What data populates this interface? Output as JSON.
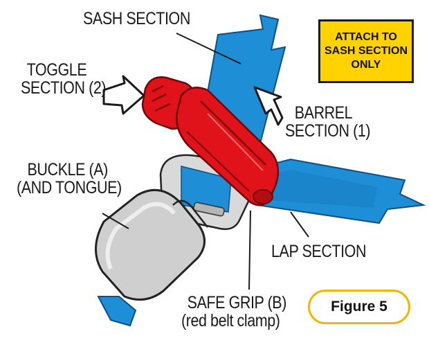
{
  "labels": {
    "sash_section": "SASH SECTION",
    "toggle_section": [
      "TOGGLE",
      "SECTION (2)"
    ],
    "barrel_section": [
      "BARREL",
      "SECTION (1)"
    ],
    "buckle": [
      "BUCKLE (A)",
      "(AND TONGUE)"
    ],
    "lap_section": "LAP SECTION",
    "safe_grip": [
      "SAFE GRIP (B)",
      "(red belt clamp)"
    ]
  },
  "note": [
    "ATTACH TO",
    "SASH SECTION",
    "ONLY"
  ],
  "figure_label": "Figure 5",
  "colors": {
    "belt": "#1e8fd6",
    "belt_dark": "#1372b8",
    "clamp": "#e0131a",
    "clamp_dark": "#8f0a0e",
    "buckle": "#cfcfcf",
    "note_bg": "#ffd200",
    "figure_border": "#f2b600"
  }
}
